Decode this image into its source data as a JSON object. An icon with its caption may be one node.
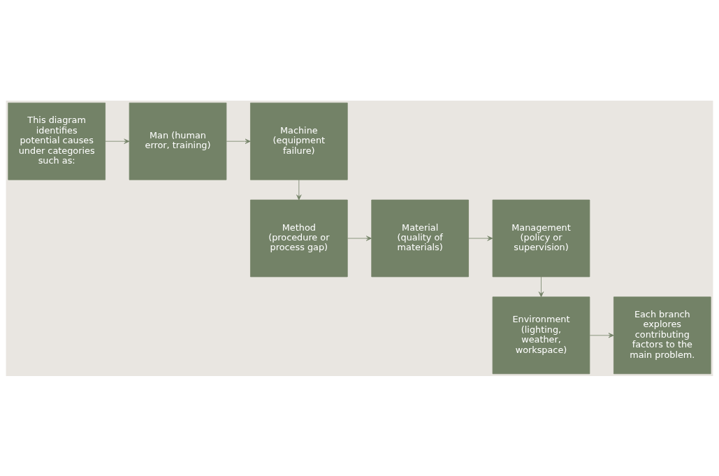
{
  "diagram": {
    "nodes": [
      {
        "text": [
          "This diagram identifies potential causes under categories such as:"
        ]
      },
      {
        "text": [
          "Man (human error, training)"
        ]
      },
      {
        "text": [
          "Machine (equipment failure)"
        ]
      },
      {
        "text": [
          "Method (procedure or process gap)"
        ]
      },
      {
        "text": [
          "Material (quality of materials)"
        ]
      },
      {
        "text": [
          "Management (policy or supervision)"
        ]
      },
      {
        "text": [
          "Environment (lighting, weather, workspace)"
        ]
      },
      {
        "text": [
          "Each branch explores contributing factors to the main problem."
        ]
      }
    ],
    "edges": [
      {
        "from": 0,
        "to": 1,
        "arrow": "to"
      },
      {
        "from": 1,
        "to": 2,
        "arrow": "to"
      },
      {
        "from": 2,
        "to": 3,
        "arrow": "to"
      },
      {
        "from": 3,
        "to": 4,
        "arrow": "to"
      },
      {
        "from": 4,
        "to": 5,
        "arrow": "to"
      },
      {
        "from": 5,
        "to": 6,
        "arrow": "to"
      },
      {
        "from": 6,
        "to": 7,
        "arrow": "to"
      }
    ]
  }
}
